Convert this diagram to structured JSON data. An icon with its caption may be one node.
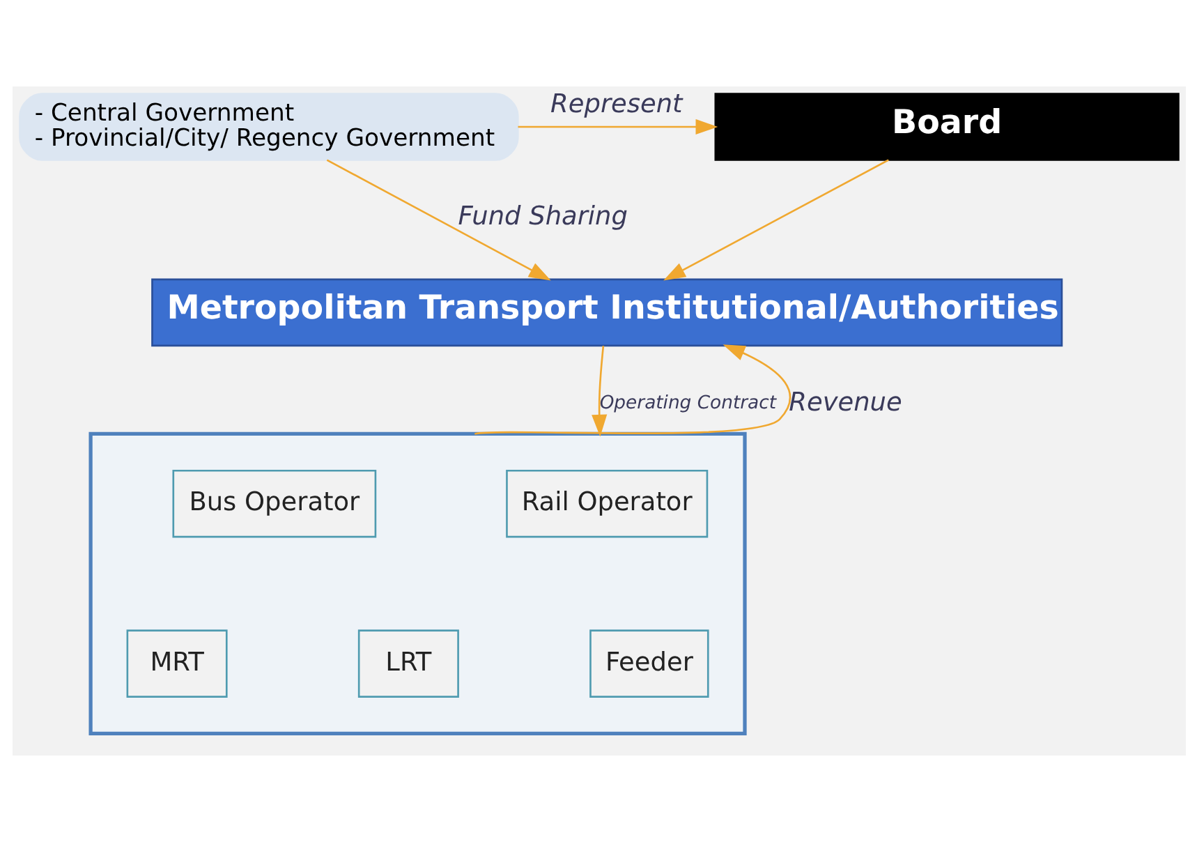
{
  "diagram": {
    "nodes": [
      {
        "text": [
          "- Central Government",
          "- Provincial/City/ Regency Government"
        ]
      },
      {
        "text": [
          "Board"
        ]
      },
      {
        "text": [
          "Metropolitan Transport Institutional/Authorities"
        ]
      },
      {
        "text": [],
        "shape": "box"
      },
      {
        "text": [
          "Bus Operator"
        ],
        "in": 3
      },
      {
        "text": [
          "Rail Operator"
        ],
        "in": 3
      },
      {
        "text": [
          "MRT"
        ],
        "in": 3
      },
      {
        "text": [
          "LRT"
        ],
        "in": 3
      },
      {
        "text": [
          "Feeder"
        ],
        "in": 3
      }
    ],
    "edges": [
      {
        "from": 0,
        "to": 1,
        "arrow": "to",
        "label": "Represent"
      },
      {
        "from": 0,
        "to": 2,
        "arrow": "to",
        "label": "Fund Sharing"
      },
      {
        "from": 1,
        "to": 2,
        "arrow": "to"
      },
      {
        "from": 2,
        "to": 3,
        "arrow": "to",
        "label": "Operating Contract"
      },
      {
        "from": 3,
        "to": 2,
        "arrow": "to",
        "label": "Revenue"
      }
    ]
  }
}
